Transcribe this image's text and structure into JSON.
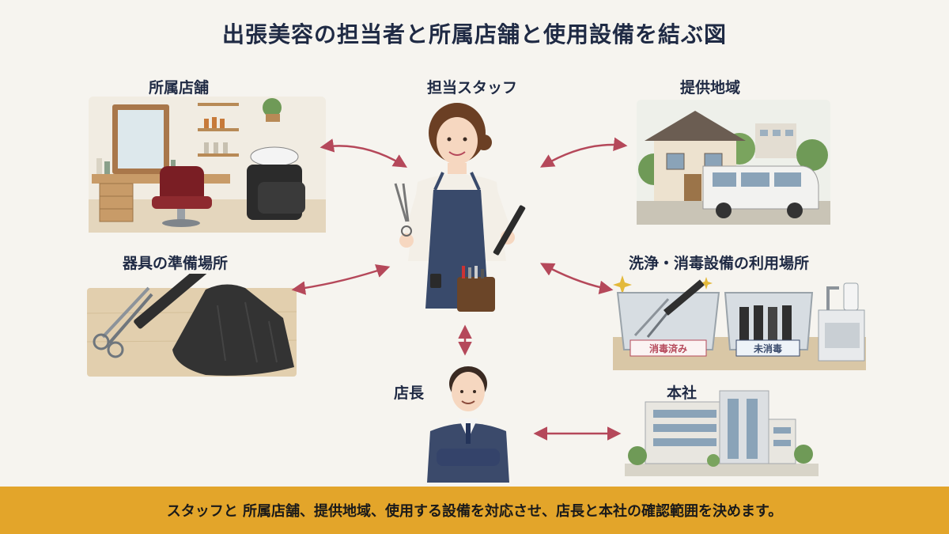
{
  "title": "出張美容の担当者と所属店舗と使用設備を結ぶ図",
  "nodes": {
    "store": "所属店舗",
    "staff": "担当スタッフ",
    "area": "提供地域",
    "tools": "器具の準備場所",
    "cleaning": "洗浄・消毒設備の利用場所",
    "manager": "店長",
    "hq": "本社"
  },
  "cleaning_tags": {
    "disinfected": "消毒済み",
    "not_disinfected": "未消毒"
  },
  "footer": "スタッフと 所属店舗、提供地域、使用する設備を対応させ、店長と本社の確認範囲を決めます。",
  "colors": {
    "arrow": "#b5485a",
    "footer_bg": "#e3a52a",
    "title": "#1f2a44"
  }
}
